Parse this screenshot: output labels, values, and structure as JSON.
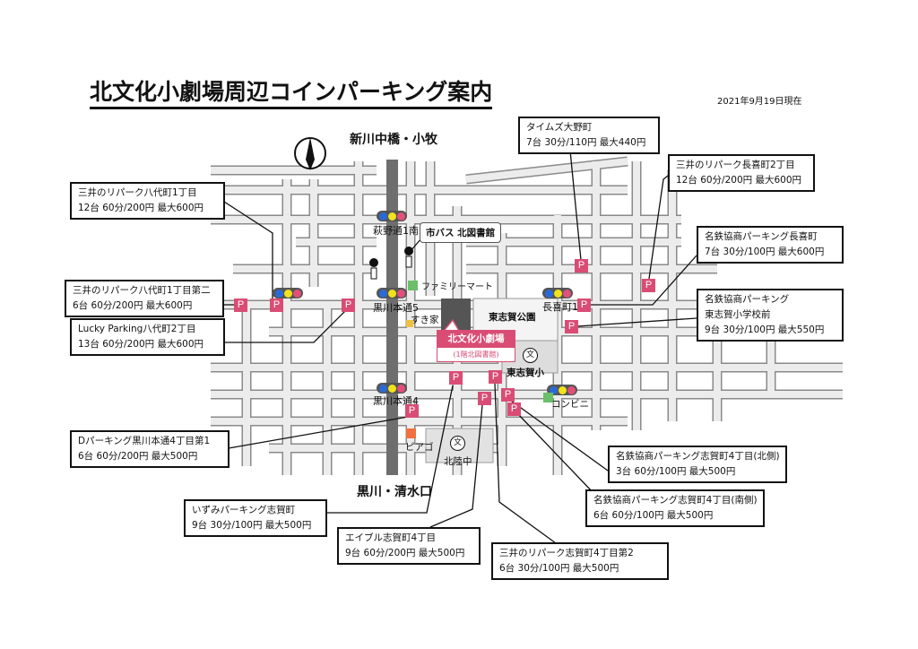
{
  "title": "北文化小劇場周辺コインパーキング案内",
  "date": "2021年9月19日現在",
  "directions": {
    "north": "新川中橋・小牧",
    "south": "黒川・清水口"
  },
  "colors": {
    "parking": "#d94d75",
    "road": "#e8e8e8",
    "avenue": "#6e6e6e",
    "familymart": "#6bbf6b",
    "sukiya": "#f0c040",
    "piago": "#f07040"
  },
  "parking": [
    {
      "name": "三井のリパーク八代町1丁目",
      "detail": "12台 60分/200円 最大600円"
    },
    {
      "name": "三井のリパーク八代町1丁目第二",
      "detail": "6台 60分/200円 最大600円"
    },
    {
      "name": "Lucky Parking八代町2丁目",
      "detail": "13台 60分/200円 最大600円"
    },
    {
      "name": "Dパーキング黒川本通4丁目第1",
      "detail": "6台 60分/200円 最大500円"
    },
    {
      "name": "いずみパーキング志賀町",
      "detail": "9台 30分/100円 最大500円"
    },
    {
      "name": "エイブル志賀町4丁目",
      "detail": "9台 60分/200円 最大500円"
    },
    {
      "name": "三井のリパーク志賀町4丁目第2",
      "detail": "6台 30分/100円 最大500円"
    },
    {
      "name": "名鉄協商パーキング志賀町4丁目(北側)",
      "detail": "3台 60分/100円 最大500円"
    },
    {
      "name": "名鉄協商パーキング志賀町4丁目(南側)",
      "detail": "6台 60分/100円 最大500円"
    },
    {
      "name": "タイムズ大野町",
      "detail": "7台 30分/110円 最大440円"
    },
    {
      "name": "三井のリパーク長喜町2丁目",
      "detail": "12台 60分/200円 最大600円"
    },
    {
      "name": "名鉄協商パーキング長喜町",
      "detail": "7台 30分/100円 最大600円"
    },
    {
      "name": "名鉄協商パーキング",
      "name2": "東志賀小学校前",
      "detail": "9台 30分/100円 最大550円"
    }
  ],
  "p_mark": "P",
  "intersections": [
    "萩野通1南",
    "黒川本通5",
    "長喜町1",
    "黒川本通4"
  ],
  "bus": "市バス 北図書館",
  "landmarks": {
    "familymart": "ファミリーマート",
    "sukiya": "すき家",
    "park": "東志賀公園",
    "school1": "東志賀小",
    "conveni": "コンビニ",
    "piago": "ピアゴ",
    "school2": "北陸中",
    "school_mark": "文"
  },
  "venue": {
    "name": "北文化小劇場",
    "sub": "(1階北図書館)"
  }
}
